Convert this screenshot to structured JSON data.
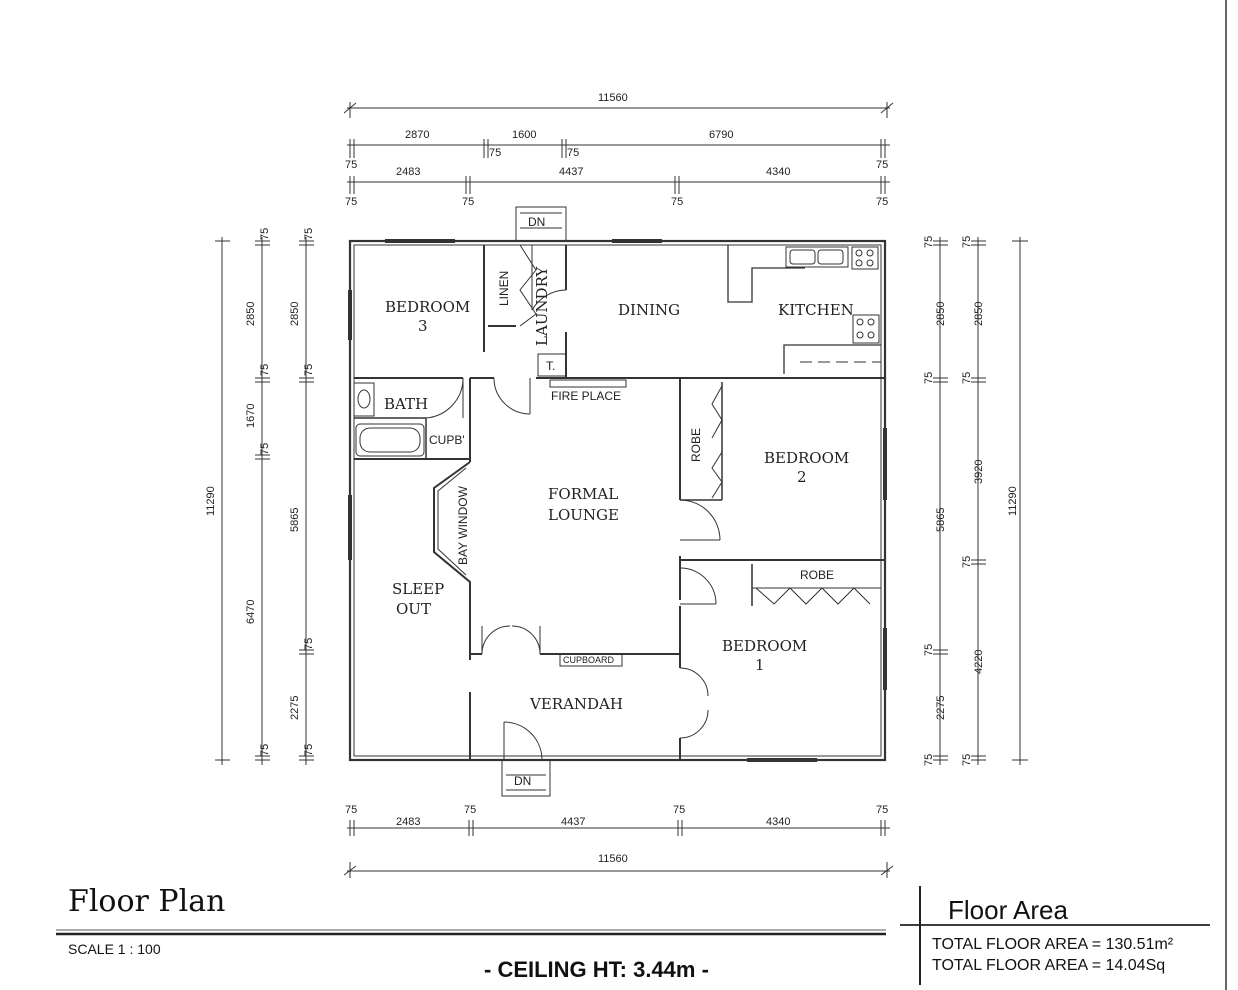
{
  "title": "Floor Plan",
  "scale": "SCALE  1 : 100",
  "ceiling": "- CEILING HT: 3.44m -",
  "area": {
    "title": "Floor Area",
    "lines": [
      "TOTAL FLOOR AREA = 130.51m²",
      "TOTAL FLOOR AREA = 14.04Sq"
    ]
  },
  "rooms": {
    "bedroom3": [
      "BEDROOM",
      "3"
    ],
    "linen": "LINEN",
    "laundry": "LAUNDRY",
    "dining": "DINING",
    "kitchen": "KITCHEN",
    "bath": "BATH",
    "cupb": "CUPB'",
    "t": "T.",
    "fireplace": "FIRE PLACE",
    "robe_v": "ROBE",
    "bedroom2": [
      "BEDROOM",
      "2"
    ],
    "formal_lounge": [
      "FORMAL",
      "LOUNGE"
    ],
    "bay_window": "BAY WINDOW",
    "sleep_out": [
      "SLEEP",
      "OUT"
    ],
    "robe_h": "ROBE",
    "bedroom1": [
      "BEDROOM",
      "1"
    ],
    "cupboard": "CUPBOARD",
    "verandah": "VERANDAH",
    "dn_top": "DN",
    "dn_bottom": "DN"
  },
  "dimensions": {
    "top_overall": "11560",
    "top_row1": [
      "2870",
      "1600",
      "6790"
    ],
    "top_row1_small": [
      "75",
      "75",
      "75",
      "75"
    ],
    "top_row2": [
      "2483",
      "4437",
      "4340"
    ],
    "top_row2_small": [
      "75",
      "75",
      "75",
      "75"
    ],
    "bottom_small": [
      "75",
      "75",
      "75",
      "75"
    ],
    "bottom_row": [
      "2483",
      "4437",
      "4340"
    ],
    "bottom_overall": "11560",
    "left_overall": "11290",
    "left_inner": [
      "75",
      "2850",
      "75",
      "1670",
      "75",
      "6470",
      "75"
    ],
    "left_outer": [
      "75",
      "2850",
      "75",
      "5865",
      "75",
      "2275",
      "75"
    ],
    "right_inner": [
      "75",
      "2850",
      "75",
      "5865",
      "75",
      "2275",
      "75"
    ],
    "right_outer": [
      "75",
      "2850",
      "75",
      "3920",
      "75",
      "4220",
      "75"
    ],
    "right_overall": "11290"
  }
}
